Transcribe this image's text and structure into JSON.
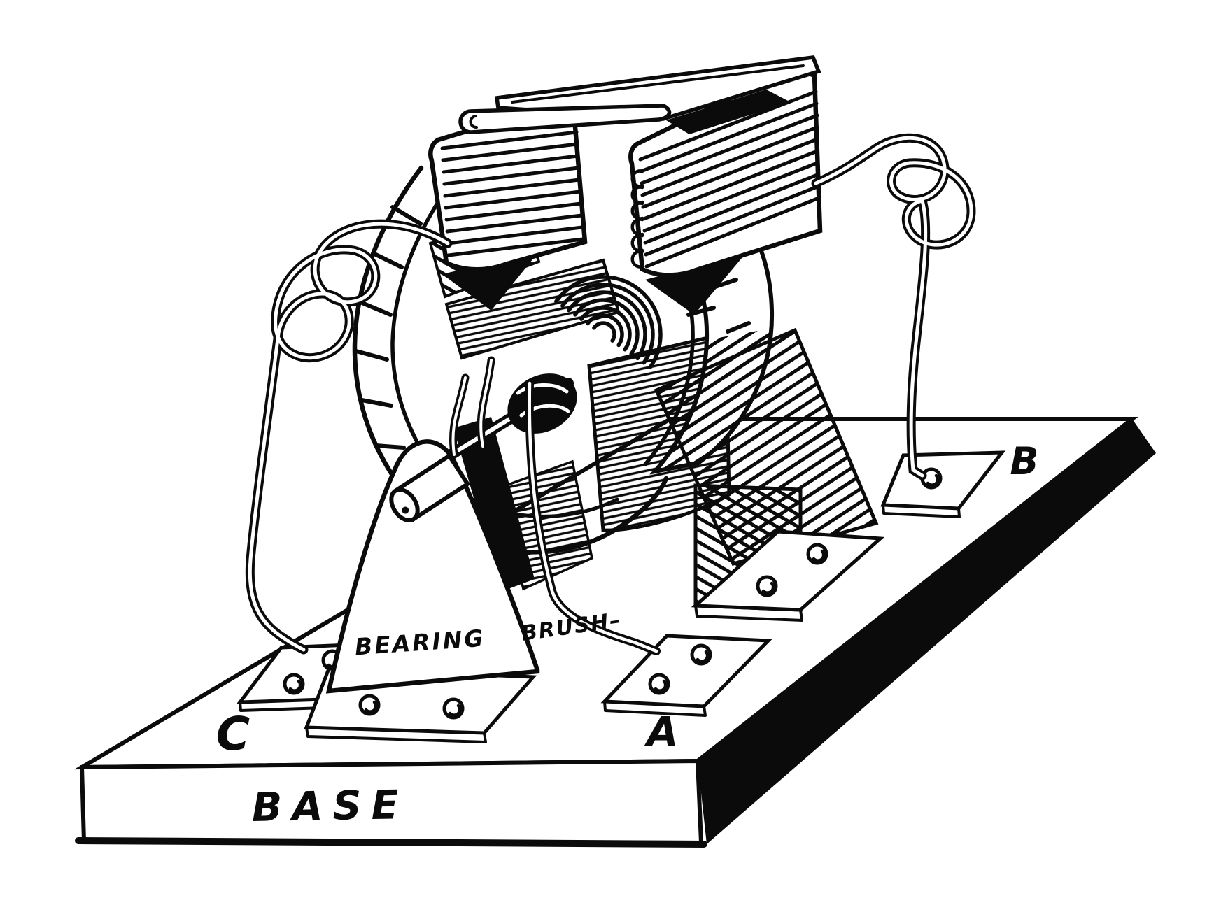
{
  "figure": {
    "kind": "vintage-line-engraving",
    "subject": "simple electric motor mounted on a base",
    "background_color": "#ffffff",
    "ink_color": "#0b0b0b"
  },
  "labels": {
    "bearing": "BEARING",
    "brush": "BRUSH–",
    "base": "BASE",
    "terminal_a": "A",
    "terminal_b": "B",
    "terminal_c": "C"
  }
}
